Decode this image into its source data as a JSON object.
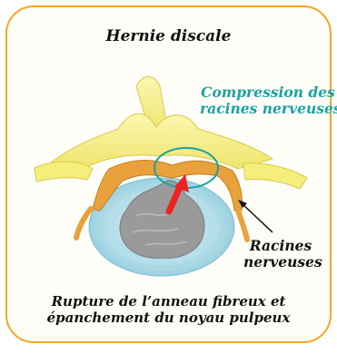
{
  "diagram": {
    "title": "Hernie discale",
    "labels": {
      "compression_line1": "Compression des",
      "compression_line2": "racines nerveuses",
      "racines_line1": "Racines",
      "racines_line2": "nerveuses",
      "rupture_line1": "Rupture  de l’anneau fibreux et",
      "rupture_line2": "épanchement du noyau pulpeux"
    },
    "colors": {
      "frame": "#f5a623",
      "title": "#111111",
      "compression_label": "#1aa3a3",
      "vertebra": "#f4ef7a",
      "disc": "#b3dde8",
      "nucleus": "#9a9a9a",
      "nerve_root": "#e9a23b",
      "arrow": "#ee2222",
      "compression_circle": "#1aa3a3"
    }
  }
}
